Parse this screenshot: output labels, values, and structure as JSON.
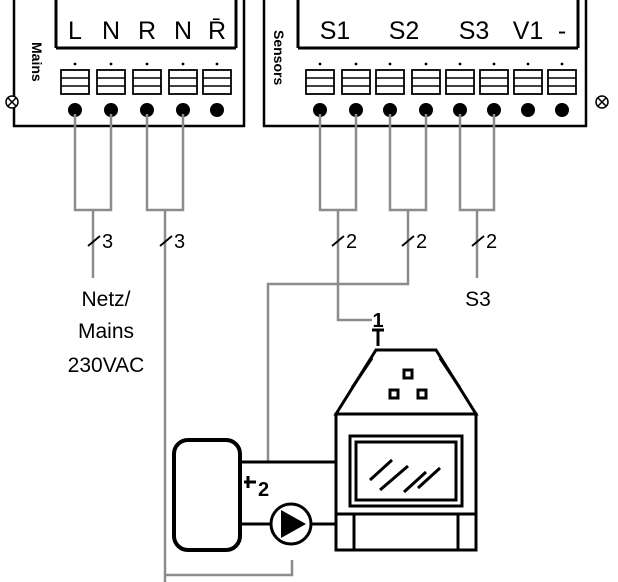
{
  "mains_block": {
    "side_label": "Mains",
    "terminals": [
      "L",
      "N",
      "R",
      "N",
      "R̄"
    ]
  },
  "sensor_block": {
    "side_label": "Sensors",
    "terminals": [
      "S1",
      "S2",
      "S3",
      "V1",
      "-"
    ]
  },
  "wire_counts": {
    "mains_power": "3",
    "relay": "3",
    "sensor_s1": "2",
    "sensor_s2": "2",
    "sensor_s3": "2"
  },
  "labels": {
    "mains_line1": "Netz/",
    "mains_line2": "Mains",
    "mains_line3": "230VAC",
    "s3": "S3",
    "sensor_point_1": "1",
    "sensor_point_2": "2"
  },
  "colors": {
    "line": "#000000",
    "wire": "#8c8c8c",
    "background": "#ffffff"
  }
}
